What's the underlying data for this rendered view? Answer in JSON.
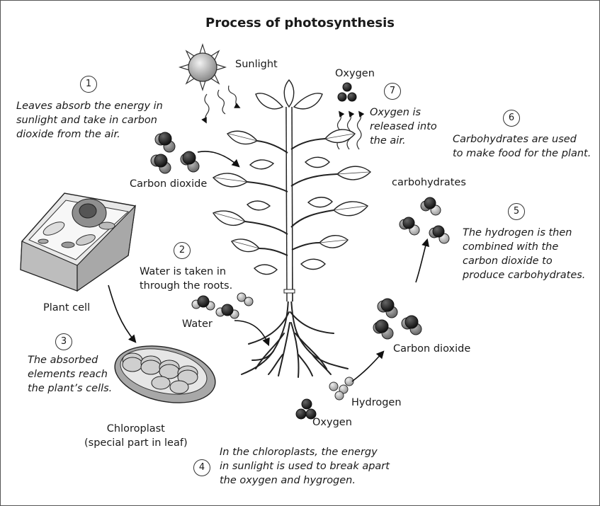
{
  "title": "Process of photosynthesis",
  "labels": {
    "sunlight": "Sunlight",
    "oxygen_top": "Oxygen",
    "carbon_dioxide_left": "Carbon dioxide",
    "carbohydrates": "carbohydrates",
    "plant_cell": "Plant cell",
    "water": "Water",
    "chloroplast": "Chloroplast\n(special part in leaf)",
    "carbon_dioxide_right": "Carbon dioxide",
    "hydrogen": "Hydrogen",
    "oxygen_bottom": "Oxygen"
  },
  "steps": [
    {
      "number": "1",
      "text": "Leaves absorb the energy in\nsunlight and take in carbon\ndioxide from the air."
    },
    {
      "number": "2",
      "text": "Water is taken in\nthrough the roots."
    },
    {
      "number": "3",
      "text": "The absorbed\nelements reach\nthe plant’s cells."
    },
    {
      "number": "4",
      "text": "In the chloroplasts, the energy\nin sunlight is used to break apart\nthe oxygen and hygrogen."
    },
    {
      "number": "5",
      "text": "The hydrogen is then\ncombined with the\ncarbon dioxide to\nproduce carbohydrates."
    },
    {
      "number": "6",
      "text": "Carbohydrates are used\nto make food for the plant."
    },
    {
      "number": "7",
      "text": "Oxygen is\nreleased into\nthe air."
    }
  ]
}
